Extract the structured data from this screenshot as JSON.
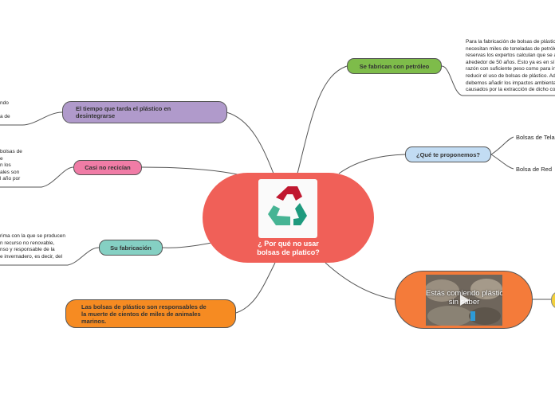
{
  "central": {
    "title": "¿ Por qué no usar\nbolsas de platico?",
    "logo_icon": "recycle-icon"
  },
  "nodes": {
    "tiempo": "El tiempo que tarda el plástico en\ndesintegrarse",
    "casi": "Casi no recicían",
    "fabricacion": "Su fabricación",
    "marinos": "Las bolsas de plástico son responsables de\nla muerte de cientos de miles de animales\nmarinos.",
    "petroleo": "Se fabrican con petróleo",
    "proponemos": "¿Qué te proponemos?",
    "tela": "Bolsas de Tela",
    "red": "Bolsa de Red"
  },
  "notes": {
    "tiempo": "ndo\n\na de",
    "casi": "bolsas de\ne\nn los\nales son\nl año por",
    "fabricacion": "rima con la que se producen\nn recurso no renovable,\nnso y responsable de la\ne invernadero, es decir, del",
    "petroleo": "Para la fabricación de bolsas de plástico se\nnecesitan miles de toneladas de petróleo, cuyas\nreservas los expertos calculan que se agotarán en\nalrededor de 50 años. Esto ya es en sí mismo una\nrazón con suficiente peso como para intentar\nreducir el uso de bolsas de plástico. Además\ndebemos añadir los impactos ambientales\ncausados por la extracción de dicho combustible."
  },
  "video": {
    "caption": "Estás comiendo plástico\nsin saber",
    "icon": "play-icon"
  },
  "colors": {
    "central": "#f06058",
    "tiempo": "#b09acb",
    "casi": "#f07ca6",
    "fabricacion": "#85d0c3",
    "marinos": "#f68b22",
    "petroleo": "#7ebc4a",
    "proponemos": "#c2dcf3",
    "video": "#f47b3a"
  }
}
